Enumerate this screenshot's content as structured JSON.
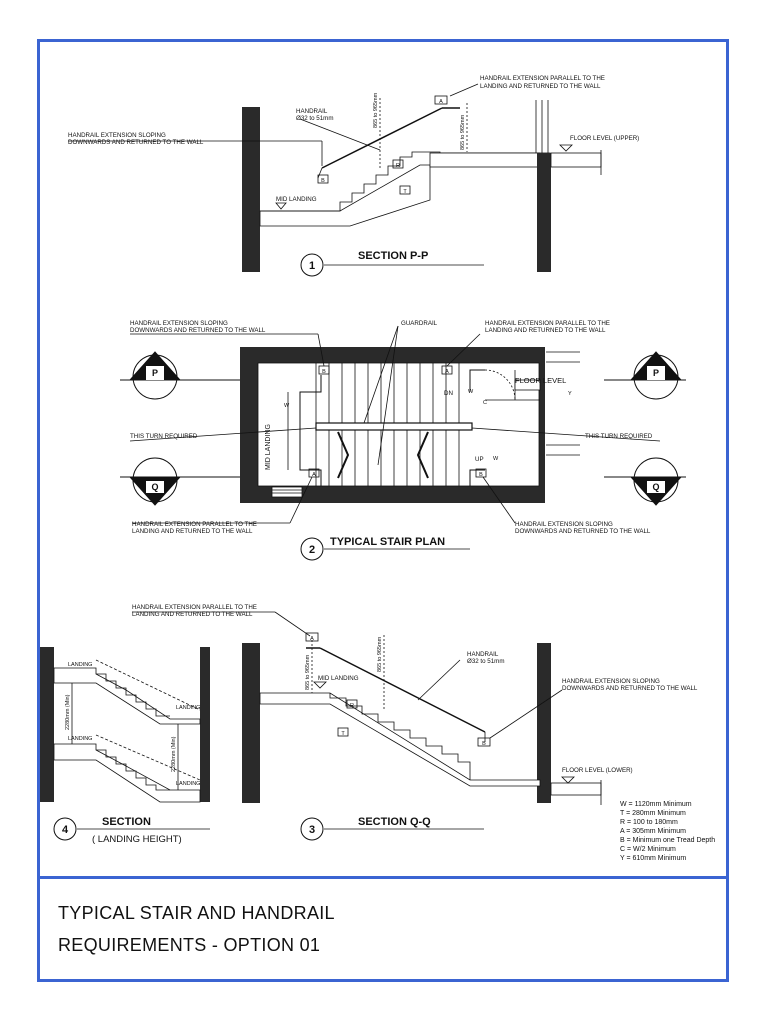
{
  "colors": {
    "border": "#3b64d2",
    "ink": "#111111",
    "wall": "#2a2a2a"
  },
  "title": {
    "line1": "TYPICAL STAIR AND HANDRAIL",
    "line2": "REQUIREMENTS - OPTION 01"
  },
  "section1": {
    "number": "1",
    "title": "SECTION  P-P",
    "handrail": "HANDRAIL",
    "handrail_dia": "Ø32 to 51mm",
    "ext_sloping_1": "HANDRAIL EXTENSION SLOPING",
    "ext_sloping_2": "DOWNWARDS AND RETURNED TO THE WALL",
    "ext_parallel_1": "HANDRAIL EXTENSION PARALLEL TO THE",
    "ext_parallel_2": "LANDING AND RETURNED TO THE WALL",
    "floor_level": "FLOOR LEVEL (UPPER)",
    "mid_landing": "MID LANDING",
    "height_a": "865 to 965mm",
    "height_b": "865 to 965mm",
    "dim_a": "A",
    "dim_b": "B",
    "dim_r": "R",
    "dim_t": "T"
  },
  "section2": {
    "number": "2",
    "title": "TYPICAL STAIR PLAN",
    "ext_sloping_1": "HANDRAIL EXTENSION SLOPING",
    "ext_sloping_2": "DOWNWARDS AND RETURNED TO THE WALL",
    "ext_parallel_1": "HANDRAIL EXTENSION PARALLEL TO THE",
    "ext_parallel_2": "LANDING AND RETURNED TO THE WALL",
    "guardrail": "GUARDRAIL",
    "turn_left": "THIS TURN REQUIRED",
    "turn_right": "THIS TURN REQUIRED",
    "floor_level": "FLOOR LEVEL",
    "mid_landing": "MID LANDING",
    "dn": "DN",
    "up": "UP",
    "marker_p": "P",
    "marker_q": "Q",
    "dim_w": "W",
    "dim_c": "C",
    "dim_y": "Y",
    "dim_a": "A",
    "dim_b": "B"
  },
  "section3": {
    "number": "3",
    "title": "SECTION  Q-Q",
    "handrail": "HANDRAIL",
    "handrail_dia": "Ø32 to 51mm",
    "ext_parallel_1": "HANDRAIL EXTENSION PARALLEL TO THE",
    "ext_parallel_2": "LANDING AND RETURNED TO THE WALL",
    "ext_sloping_1": "HANDRAIL EXTENSION SLOPING",
    "ext_sloping_2": "DOWNWARDS AND RETURNED TO THE WALL",
    "floor_level": "FLOOR LEVEL (LOWER)",
    "mid_landing": "MID LANDING",
    "height_a": "865 to 965mm",
    "height_b": "865 to 965mm",
    "dim_a": "A",
    "dim_b": "B",
    "dim_r": "R",
    "dim_t": "T"
  },
  "section4": {
    "number": "4",
    "title": "SECTION",
    "subtitle": "( LANDING HEIGHT)",
    "landing": "LANDING",
    "height": "2280mm (Min)"
  },
  "legend": [
    "W = 1120mm Minimum",
    "T = 280mm Minimum",
    "R = 100 to 180mm",
    "A = 305mm Minimum",
    "B = Minimum one  Tread Depth",
    "C = W/2 Minimum",
    "Y = 610mm Minimum"
  ]
}
